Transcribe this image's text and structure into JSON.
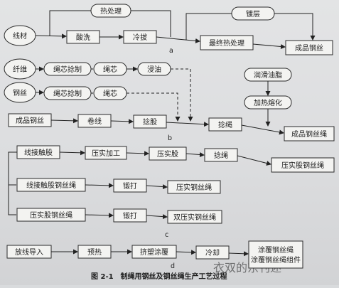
{
  "diagram_a": {
    "wire": "线材",
    "heat_treat": "热处理",
    "pickling": "酸洗",
    "cold_draw": "冷拔",
    "coating": "镀层",
    "final_heat": "最终热处理",
    "product": "成品钢丝",
    "label": "a"
  },
  "diagram_b": {
    "fiber": "纤维",
    "fiber_core_twist": "绳芯捻制",
    "fiber_core": "绳芯",
    "oil_dip": "浸油",
    "steel_wire": "钢丝",
    "steel_core_twist": "绳芯捻制",
    "steel_core": "绳芯",
    "lube": "润滑油脂",
    "heat_melt": "加热熔化",
    "finished_wire": "成品钢丝",
    "coil": "卷线",
    "strand": "捻股",
    "rope_twist": "捻绳",
    "product": "成品钢丝绳",
    "label": "b"
  },
  "diagram_c": {
    "line_contact": "线接触股",
    "compact_process": "压实加工",
    "compact_strand": "压实股",
    "rope_twist": "捻绳",
    "compact_strand_rope": "压实股钢丝绳",
    "line_contact_rope": "线接触股钢丝绳",
    "forge1": "锻打",
    "compact_rope": "压实钢丝绳",
    "compact_strand_rope2": "压实股钢丝绳",
    "forge2": "锻打",
    "double_compact": "双压实钢丝绳",
    "label": "c"
  },
  "diagram_d": {
    "payoff": "放线导入",
    "preheat": "预热",
    "extrude": "挤塑涂覆",
    "cool": "冷却",
    "product_line1": "涂覆钢丝绳",
    "product_line2": "涂覆钢丝绳组件",
    "label": "d"
  },
  "caption": "图 2-1　制绳用钢丝及钢丝绳生产工艺过程",
  "bg_text": "衣双的东刊述"
}
